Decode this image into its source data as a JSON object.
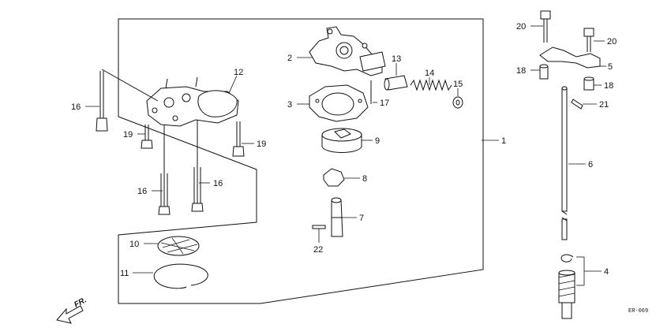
{
  "diagram": {
    "callouts": {
      "c1": "1",
      "c2": "2",
      "c3": "3",
      "c4": "4",
      "c5": "5",
      "c6": "6",
      "c7": "7",
      "c8": "8",
      "c9": "9",
      "c10": "10",
      "c11": "11",
      "c12": "12",
      "c13": "13",
      "c14": "14",
      "c15": "15",
      "c16a": "16",
      "c16b": "16",
      "c16c": "16",
      "c17": "17",
      "c18a": "18",
      "c18b": "18",
      "c19a": "19",
      "c19b": "19",
      "c20a": "20",
      "c20b": "20",
      "c21": "21",
      "c22": "22"
    },
    "direction_label": "FR.",
    "drawing_code": "ER-069"
  }
}
